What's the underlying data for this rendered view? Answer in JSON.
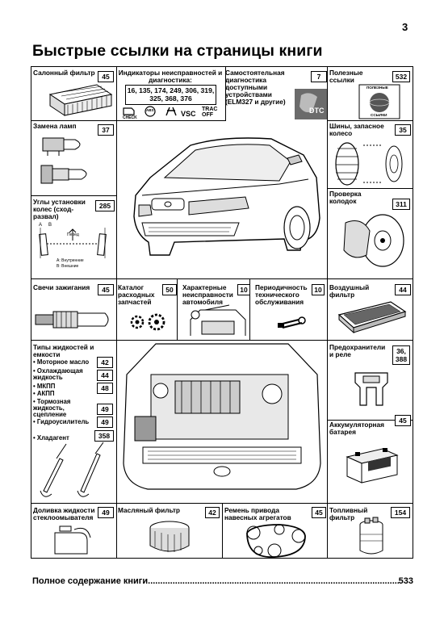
{
  "page_number": "3",
  "title": "Быстрые ссылки на страницы книги",
  "cells": {
    "cabin_filter": {
      "label": "Салонный фильтр",
      "page": "45"
    },
    "indicators": {
      "label": "Индикаторы неисправностей и диагностика:",
      "pages": "16, 135, 174, 249, 306, 319, 325, 368, 376",
      "icons": [
        "CHECK",
        "ABS",
        "VSC",
        "TRAC OFF"
      ]
    },
    "self_diagnosis": {
      "label": "Самостоятельная диагностика доступными устройствами (ELM327 и другие)",
      "page": "7",
      "logo": "DTC"
    },
    "useful_links": {
      "label": "Полезные ссылки",
      "page": "532",
      "logo_top": "ПОЛЕЗНЫЕ",
      "logo_bottom": "ССЫЛКИ"
    },
    "bulb_replace": {
      "label": "Замена ламп",
      "page": "37"
    },
    "tires": {
      "label": "Шины, запасное колесо",
      "page": "35"
    },
    "alignment": {
      "label": "Углы установки колес (сход-развал)",
      "page": "285",
      "legend_front": "Перед",
      "legend_a": "A: Внутренние",
      "legend_b": "B: Внешние",
      "letter_a": "A",
      "letter_b": "B"
    },
    "brake_pads": {
      "label": "Проверка колодок",
      "page": "311"
    },
    "spark_plugs": {
      "label": "Свечи зажигания",
      "page": "45"
    },
    "parts_catalog": {
      "label": "Каталог расходных запчастей",
      "page": "50"
    },
    "malfunctions": {
      "label": "Характерные неисправности автомобиля",
      "page": "10"
    },
    "maintenance": {
      "label": "Периодичность технического обслуживания",
      "page": "10"
    },
    "air_filter": {
      "label": "Воздушный фильтр",
      "page": "44"
    },
    "fluids": {
      "label": "Типы жидкостей и емкости",
      "items": [
        {
          "label": "Моторное масло",
          "page": "42"
        },
        {
          "label": "Охлаждающая жидкость",
          "page": "44"
        },
        {
          "label": "МКПП",
          "page": "48"
        },
        {
          "label": "АКПП",
          "page": ""
        },
        {
          "label": "Тормозная жидкость, сцепление",
          "page": "49"
        },
        {
          "label": "Гидроусилитель",
          "page": "49"
        },
        {
          "label": "Хладагент",
          "page": "358"
        }
      ]
    },
    "fuses": {
      "label": "Предохранители и реле",
      "page": "36, 388"
    },
    "battery": {
      "label": "Аккумуляторная батарея",
      "page": "45"
    },
    "washer_fluid": {
      "label": "Доливка жидкости стеклоомывателя",
      "page": "49"
    },
    "oil_filter": {
      "label": "Масляный фильтр",
      "page": "42"
    },
    "drive_belt": {
      "label": "Ремень привода навесных агрегатов",
      "page": "45"
    },
    "fuel_filter": {
      "label": "Топливный фильтр",
      "page": "154"
    }
  },
  "footer": {
    "label": "Полное содержание книги ",
    "dots": "..............................................................................................................................................",
    "page": "533"
  }
}
